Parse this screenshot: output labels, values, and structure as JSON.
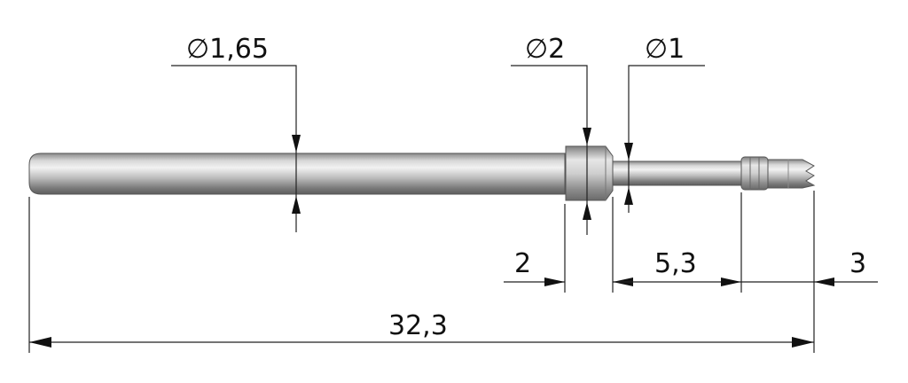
{
  "dimensions": {
    "dia_body": "∅1,65",
    "dia_collar": "∅2",
    "dia_plunger": "∅1",
    "len_collar": "2",
    "len_plunger": "5,3",
    "len_tip": "3",
    "len_total": "32,3"
  },
  "colors": {
    "metal_dark": "#6e6e6e",
    "metal_mid": "#b9b9b9",
    "metal_light": "#eeeeee",
    "dimension_line": "#222222"
  }
}
